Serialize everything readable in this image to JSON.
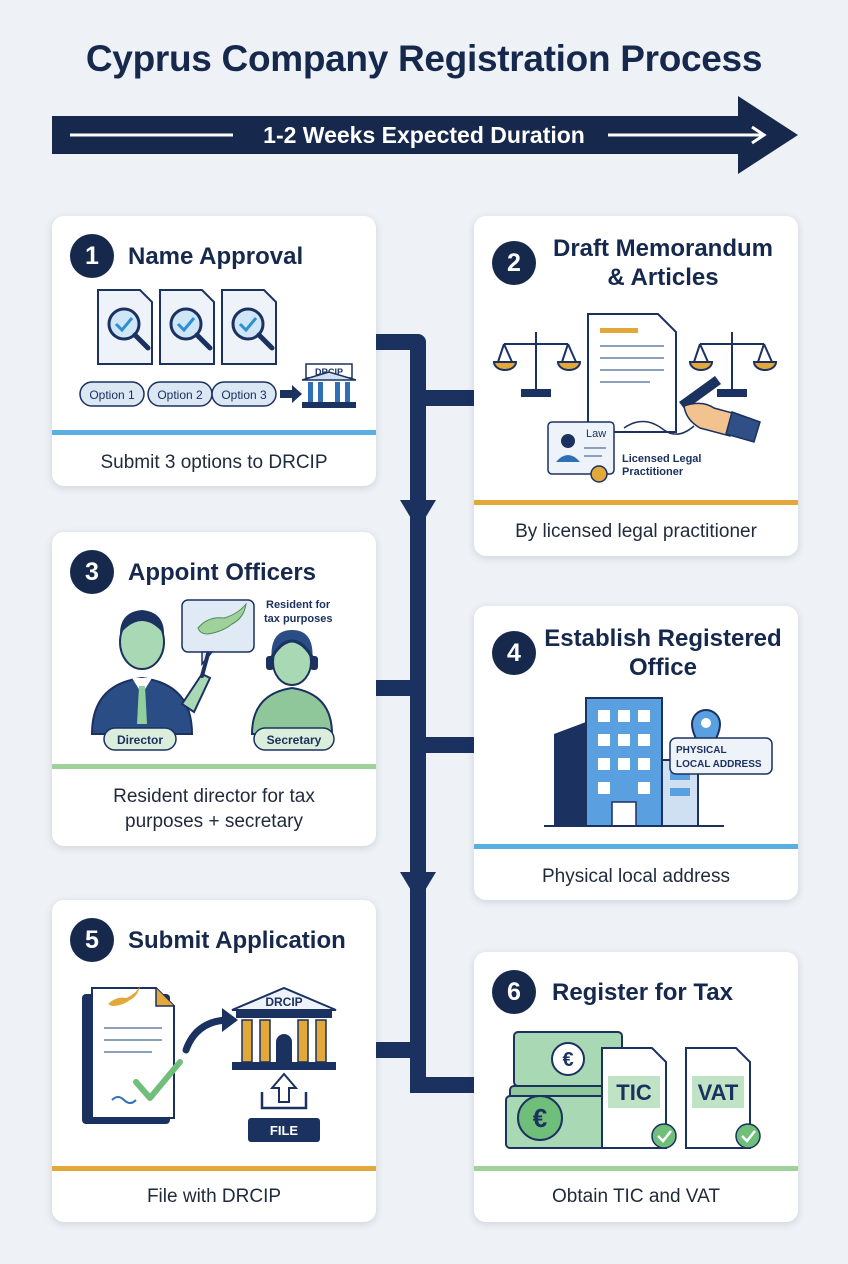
{
  "title": "Cyprus Company Registration Process",
  "duration": "1-2 Weeks Expected Duration",
  "colors": {
    "navy": "#16294d",
    "blue_accent": "#5aaee0",
    "gold_accent": "#e2a93a",
    "green_accent": "#9fd19a",
    "background": "#eef2f6"
  },
  "steps": [
    {
      "number": "1",
      "title": "Name Approval",
      "caption": "Submit 3 options to DRCIP",
      "accent": "#5aaee0",
      "labels": {
        "option1": "Option 1",
        "option2": "Option 2",
        "option3": "Option 3",
        "agency": "DRCIP"
      }
    },
    {
      "number": "2",
      "title": "Draft Memorandum & Articles",
      "caption": "By licensed legal practitioner",
      "accent": "#e2a93a",
      "labels": {
        "law": "Law",
        "practitioner_line1": "Licensed Legal",
        "practitioner_line2": "Practitioner"
      }
    },
    {
      "number": "3",
      "title": "Appoint Officers",
      "caption_line1": "Resident director for tax",
      "caption_line2": "purposes + secretary",
      "accent": "#9fd19a",
      "labels": {
        "bubble_line1": "Resident for",
        "bubble_line2": "tax purposes",
        "director": "Director",
        "secretary": "Secretary"
      }
    },
    {
      "number": "4",
      "title": "Establish Registered Office",
      "caption": "Physical local address",
      "accent": "#5aaee0",
      "labels": {
        "address_line1": "PHYSICAL",
        "address_line2": "LOCAL ADDRESS"
      }
    },
    {
      "number": "5",
      "title": "Submit Application",
      "caption": "File with DRCIP",
      "accent": "#e2a93a",
      "labels": {
        "agency": "DRCIP",
        "file": "FILE"
      }
    },
    {
      "number": "6",
      "title": "Register for Tax",
      "caption": "Obtain TIC and VAT",
      "accent": "#9fd19a",
      "labels": {
        "tic": "TIC",
        "vat": "VAT",
        "currency": "€"
      }
    }
  ]
}
